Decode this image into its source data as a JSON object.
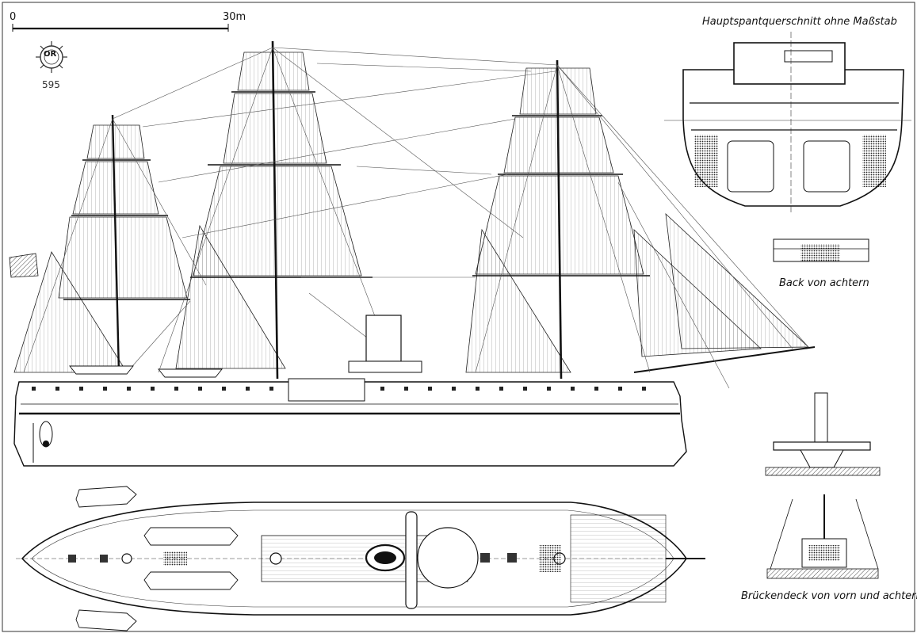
{
  "scale": {
    "start_label": "0",
    "end_label": "30m"
  },
  "logo": {
    "text": "OR",
    "number": "595"
  },
  "labels": {
    "midship_section": "Hauptspantquerschnitt ohne Maßstab",
    "forecastle_aft": "Back von achtern",
    "bridge_deck": "Brückendeck von vorn und achtern"
  },
  "colors": {
    "ink": "#111111",
    "paper": "#ffffff"
  }
}
